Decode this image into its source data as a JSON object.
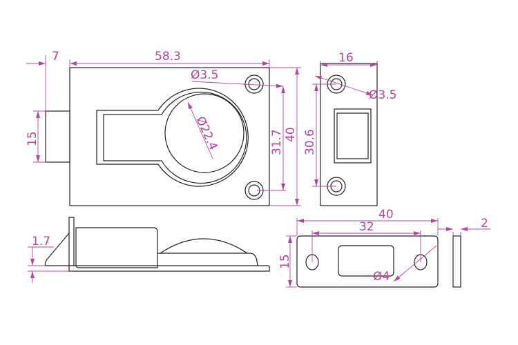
{
  "colors": {
    "outline": "#231f20",
    "dimension": "#b0479a"
  },
  "top_view": {
    "bolt_length": "7",
    "width": "58.3",
    "bolt_height": "15",
    "hole_dia": "Ø3.5",
    "ring_dia": "Ø22.4",
    "hole_spacing": "31.7",
    "height": "40"
  },
  "end_view": {
    "width": "16",
    "hole_spacing": "30.6",
    "hole_dia": "Ø3.5"
  },
  "side_view": {
    "thickness": "1.7"
  },
  "strike_plate": {
    "length": "40",
    "hole_spacing": "32",
    "height": "15",
    "hole_dia": "Ø4",
    "thickness": "2"
  }
}
